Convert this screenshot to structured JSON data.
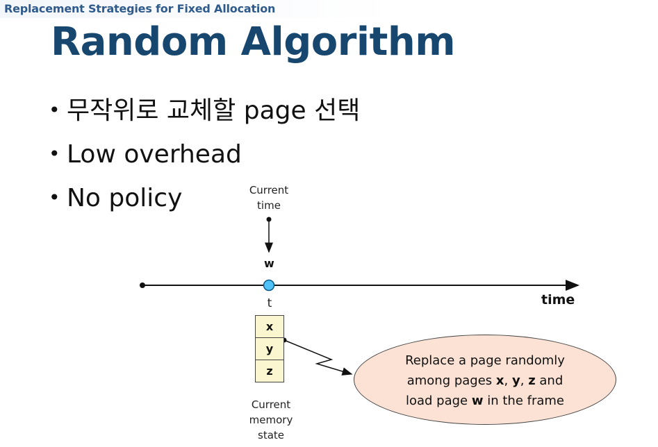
{
  "header": {
    "section_title": "Replacement Strategies for Fixed Allocation"
  },
  "slide": {
    "title": "Random Algorithm",
    "bullets": [
      {
        "text": "무작위로 교체할 page 선택"
      },
      {
        "text": "Low overhead"
      },
      {
        "text": "No policy"
      }
    ]
  },
  "diagram": {
    "current_time_label_line1": "Current",
    "current_time_label_line2": "time",
    "reference_page": "w",
    "time_axis_label": "time",
    "time_marker": "t",
    "memory_frames": [
      "x",
      "y",
      "z"
    ],
    "memory_label_line1": "Current",
    "memory_label_line2": "memory",
    "memory_label_line3": "state",
    "callout": {
      "line1": "Replace a page randomly",
      "line2_prefix": "among pages ",
      "line2_p1": "x",
      "line2_sep1": ", ",
      "line2_p2": "y",
      "line2_sep2": ", ",
      "line2_p3": "z",
      "line2_suffix": " and",
      "line3_prefix": "load page ",
      "line3_page": "w",
      "line3_suffix": " in the frame"
    },
    "colors": {
      "title": "#17476f",
      "section": "#2f5a8c",
      "time_point": "#4fc3f7",
      "frame_fill": "#fbf6cf",
      "callout_fill": "#fbe2d5"
    }
  }
}
